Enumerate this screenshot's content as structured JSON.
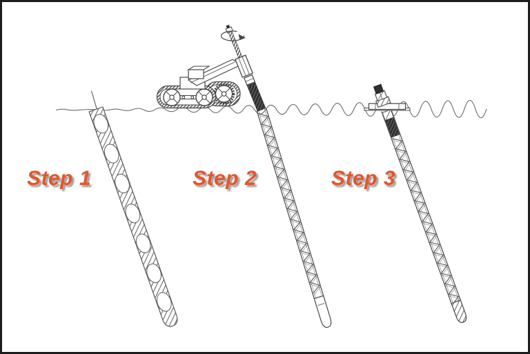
{
  "steps": [
    {
      "label": "Step 1"
    },
    {
      "label": "Step 2"
    },
    {
      "label": "Step 3"
    }
  ],
  "colors": {
    "step_label": "#e5552a",
    "step_label_shadow": "#9c9c9c",
    "line_work": "#474747",
    "dark_fill": "#2f2f2f",
    "background": "#ffffff",
    "frame_border": "#1d1d1d"
  },
  "icons": {
    "rotation_arrow": "rotation-arrow-icon"
  }
}
